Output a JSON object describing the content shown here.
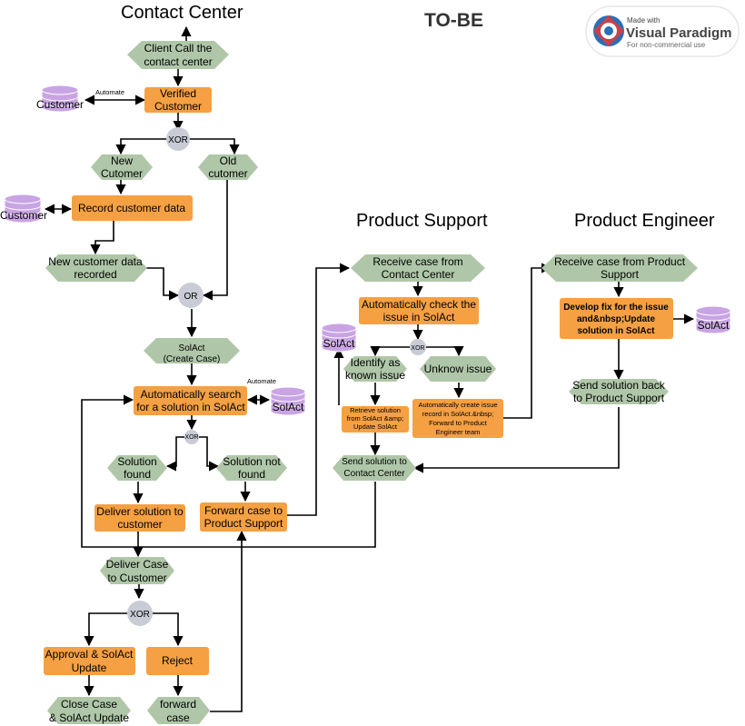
{
  "title": "TO-BE",
  "lanes": {
    "contact_center": "Contact Center",
    "product_support": "Product Support",
    "product_engineer": "Product Engineer"
  },
  "watermark": {
    "made_with": "Made with",
    "brand": "Visual Paradigm",
    "note": "For non-commercial use"
  },
  "events": {
    "client_call": [
      "Client Call the",
      "contact center"
    ],
    "new_customer": [
      "New",
      "Cutomer"
    ],
    "old_customer": [
      "Old",
      "cutomer"
    ],
    "new_customer_data_recorded": [
      "New customer data",
      "recorded"
    ],
    "solact_create_case": [
      "SolAct",
      "(Create Case)"
    ],
    "solution_found": [
      "Solution",
      "found"
    ],
    "solution_not_found": [
      "Solution not",
      "found"
    ],
    "deliver_case": [
      "Deliver Case",
      "to Customer"
    ],
    "close_case": [
      "Close Case",
      "& SolAct Update"
    ],
    "forward_case": [
      "forward",
      "case"
    ],
    "ps_receive_case": [
      "Receive case from",
      "Contact Center"
    ],
    "identify_known": [
      "Identify as",
      "known issue"
    ],
    "unknown_issue": [
      "Unknow issue"
    ],
    "send_solution_cc": [
      "Send solution to",
      "Contact Center"
    ],
    "pe_receive_case": [
      "Receive case from Product",
      "Support"
    ],
    "send_solution_back": [
      "Send solution back",
      "to Product Support"
    ]
  },
  "tasks": {
    "verified_customer": [
      "Verified",
      "Customer"
    ],
    "record_customer_data": [
      "Record customer data"
    ],
    "auto_search": [
      "Automatically search",
      "for a solution in SolAct"
    ],
    "deliver_solution": [
      "Deliver solution to",
      "customer"
    ],
    "forward_to_ps": [
      "Forward case to",
      "Product Support"
    ],
    "approval_update": [
      "Approval & SolAct",
      "Update"
    ],
    "reject": [
      "Reject"
    ],
    "auto_check": [
      "Automatically check the",
      "issue in SolAct"
    ],
    "retrieve_solution": [
      "Retrieve solution",
      "from SolAct &amp;",
      "Update SolAct"
    ],
    "auto_create_record": [
      "Automatically create issue",
      "record in SolAct.&nbsp;",
      "Forward to Product",
      "Engineer team"
    ],
    "develop_fix": [
      "Develop fix for the issue",
      "and&nbsp;Update",
      "solution in SolAct"
    ]
  },
  "gateways": {
    "xor1": "XOR",
    "or1": "OR",
    "xor2": "XOR",
    "xor3": "XOR",
    "xor4": "XOR"
  },
  "databases": {
    "customer1": "Customer",
    "customer2": "Customer",
    "solact1": "SolAct",
    "solact2": "SolAct",
    "solact3": "SolAct"
  },
  "edge_labels": {
    "automate1": "Automate",
    "automate2": "Automate"
  }
}
